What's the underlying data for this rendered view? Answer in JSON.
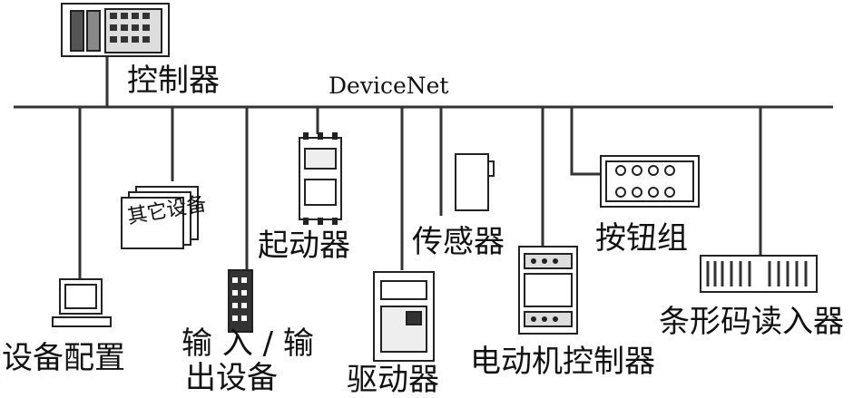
{
  "bus": {
    "label": "DeviceNet"
  },
  "devices": {
    "controller": "控制器",
    "config": "设备配置",
    "other": "其它设备",
    "io_line1": "输 入 / 输",
    "io_line2": "出设备",
    "starter": "起动器",
    "drive": "驱动器",
    "sensor": "传感器",
    "motor": "电动机控制器",
    "buttons": "按钮组",
    "barcode": "条形码读入器"
  },
  "colors": {
    "line": "#333333",
    "device": "#222222",
    "fill": "#ffffff"
  }
}
